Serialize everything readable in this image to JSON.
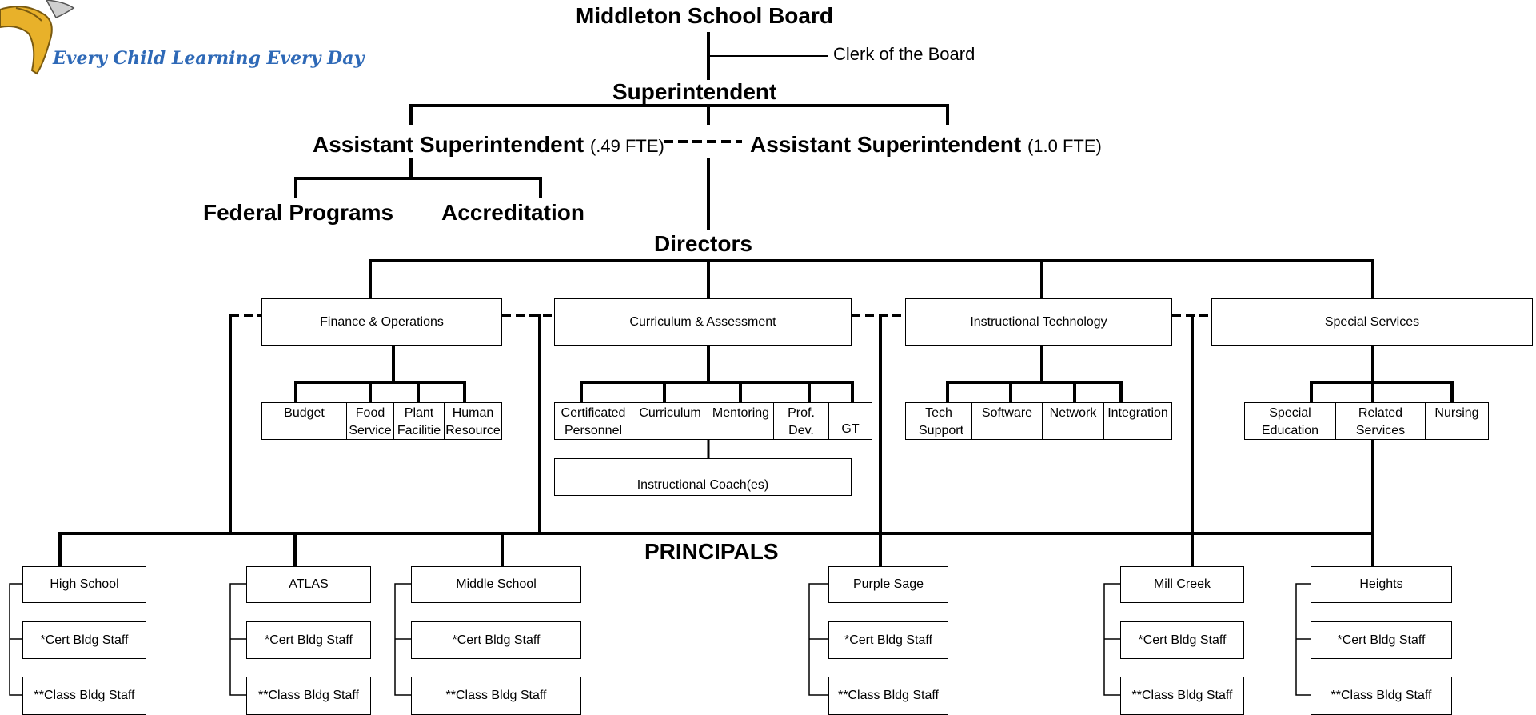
{
  "header": {
    "motto": "Every Child Learning Every Day",
    "board": "Middleton School Board",
    "clerk": "Clerk of the Board",
    "superintendent": "Superintendent"
  },
  "assistants": {
    "left_title": "Assistant Superintendent",
    "left_fte": "(.49 FTE)",
    "right_title": "Assistant Superintendent",
    "right_fte": "(1.0 FTE)",
    "federal_programs": "Federal Programs",
    "accreditation": "Accreditation"
  },
  "directors": {
    "heading": "Directors",
    "finance": {
      "title": "Finance & Operations",
      "subs": [
        "Budget",
        "Food Service",
        "Plant Facilitie",
        "Human Resource"
      ]
    },
    "curriculum": {
      "title": "Curriculum & Assessment",
      "subs": [
        "Certificated Personnel",
        "Curriculum",
        "Mentoring",
        "Prof. Dev.",
        "GT"
      ],
      "coach": "Instructional Coach(es)"
    },
    "technology": {
      "title": "Instructional Technology",
      "subs": [
        "Tech Support",
        "Software",
        "Network",
        "Integration"
      ]
    },
    "special": {
      "title": "Special Services",
      "subs": [
        "Special Education",
        "Related Services",
        "Nursing"
      ]
    }
  },
  "principals": {
    "heading": "PRINCIPALS",
    "cert_staff": "*Cert Bldg Staff",
    "class_staff": "**Class Bldg Staff",
    "schools": [
      "High School",
      "ATLAS",
      "Middle School",
      "Purple Sage",
      "Mill Creek",
      "Heights"
    ]
  }
}
